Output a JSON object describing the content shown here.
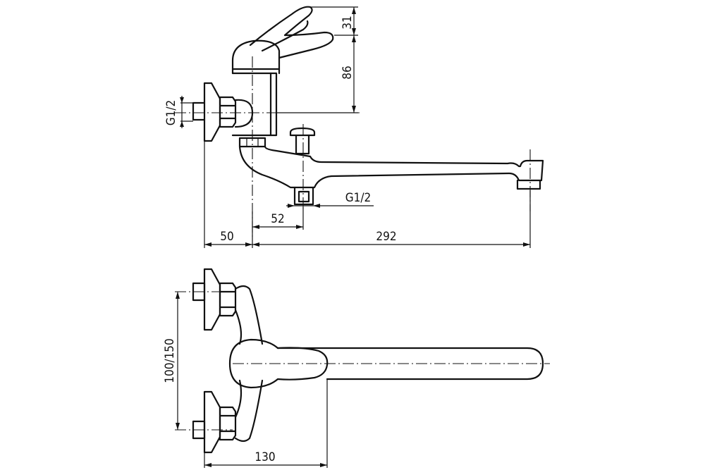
{
  "drawing": {
    "dimensions": {
      "handle_height": "31",
      "body_height": "86",
      "inlet_thread_left": "G1/2",
      "outlet_thread": "G1/2",
      "diverter_offset": "52",
      "wall_offset": "50",
      "spout_reach": "292",
      "inlet_spacing": "100/150",
      "total_depth": "130"
    }
  }
}
